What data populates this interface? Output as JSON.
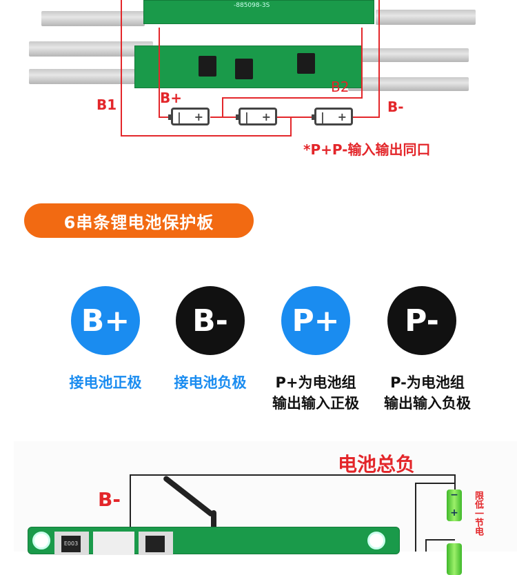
{
  "top_diagram": {
    "labels": {
      "b1": "B1",
      "b_plus": "B+",
      "b2": "B2",
      "b_minus": "B-"
    },
    "pcb_marking": "-885098-3S",
    "batteries": [
      {
        "neg": "|",
        "pos": "+"
      },
      {
        "neg": "|",
        "pos": "+"
      },
      {
        "neg": "|",
        "pos": "+"
      }
    ],
    "note": "*P+P-输入输出同口"
  },
  "section_title": "6串条锂电池保护板",
  "terminals": [
    {
      "symbol": "B+",
      "caption_line1": "接电池正极",
      "caption_line2": "",
      "color": "#1a8cf0"
    },
    {
      "symbol": "B-",
      "caption_line1": "接电池负极",
      "caption_line2": "",
      "color": "#111111"
    },
    {
      "symbol": "P+",
      "caption_line1": "P+为电池组",
      "caption_line2": "输出输入正极",
      "color": "#1a8cf0"
    },
    {
      "symbol": "P-",
      "caption_line1": "P-为电池组",
      "caption_line2": "输出输入负极",
      "color": "#111111"
    }
  ],
  "bottom_diagram": {
    "total_negative_label": "电池总负",
    "b_minus_label": "B-",
    "resistor_marking": "E003",
    "side_note": "限低一节电",
    "battery_minus": "−",
    "battery_plus": "+"
  }
}
